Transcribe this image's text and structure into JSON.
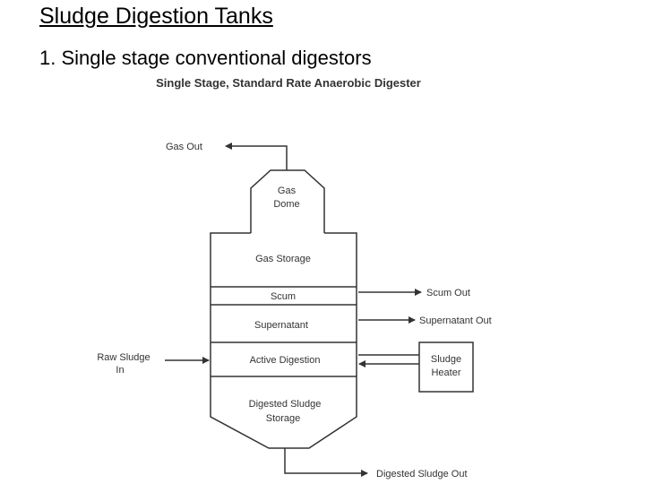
{
  "slide": {
    "title": "Sludge Digestion Tanks",
    "subtitle": "1. Single stage conventional digestors"
  },
  "diagram": {
    "title": "Single Stage, Standard Rate Anaerobic Digester",
    "gas_out": "Gas Out",
    "gas_dome_line1": "Gas",
    "gas_dome_line2": "Dome",
    "gas_storage": "Gas Storage",
    "scum": "Scum",
    "scum_out": "Scum Out",
    "supernatant": "Supernatant",
    "supernatant_out": "Supernatant Out",
    "raw_sludge_line1": "Raw Sludge",
    "raw_sludge_line2": "In",
    "active_digestion": "Active Digestion",
    "sludge_heater_line1": "Sludge",
    "sludge_heater_line2": "Heater",
    "digested_storage_line1": "Digested Sludge",
    "digested_storage_line2": "Storage",
    "digested_out": "Digested Sludge Out"
  },
  "colors": {
    "line": "#333333",
    "text": "#333333"
  }
}
